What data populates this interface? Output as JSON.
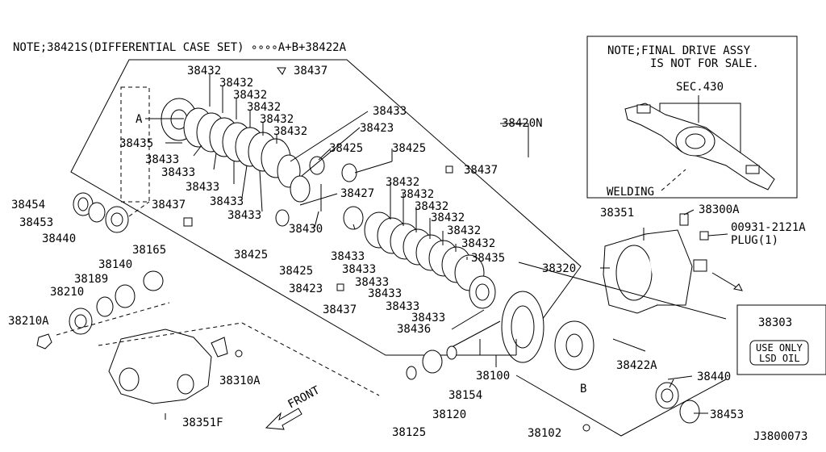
{
  "notes": {
    "case_set": "NOTE;38421S(DIFFERENTIAL CASE SET) ∘∘∘∘A+B+38422A",
    "final_drive_line1": "NOTE;FINAL DRIVE ASSY",
    "final_drive_line2": "IS NOT FOR SALE."
  },
  "labels": {
    "sec430": "SEC.430",
    "welding": "WELDING",
    "plug": "PLUG(1)",
    "front": "FRONT",
    "use_only_1": "USE ONLY",
    "use_only_2": "LSD OIL",
    "diagram_id": "J3800073",
    "letter_a": "A",
    "letter_b": "B"
  },
  "parts": {
    "p38432": "38432",
    "p38437": "38437",
    "p38433": "38433",
    "p38423": "38423",
    "p38420N": "38420N",
    "p38425": "38425",
    "p38435": "38435",
    "p38454": "38454",
    "p38453": "38453",
    "p38440": "38440",
    "p38427": "38427",
    "p38430": "38430",
    "p38436": "38436",
    "p38165": "38165",
    "p38140": "38140",
    "p38189": "38189",
    "p38210": "38210",
    "p38210A": "38210A",
    "p38310A": "38310A",
    "p38351F": "38351F",
    "p38351": "38351",
    "p38300A": "38300A",
    "p00931": "00931-2121A",
    "p38320": "38320",
    "p38303": "38303",
    "p38100": "38100",
    "p38154": "38154",
    "p38120": "38120",
    "p38125": "38125",
    "p38102": "38102",
    "p38422A": "38422A"
  }
}
